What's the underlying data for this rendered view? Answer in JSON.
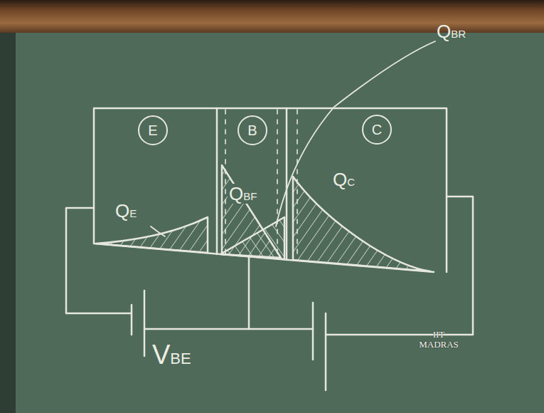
{
  "diagram": {
    "nodes": [
      {
        "text": [
          "E"
        ]
      },
      {
        "text": [
          "B"
        ]
      },
      {
        "text": [
          "C"
        ]
      }
    ],
    "labels": [
      "QE",
      "QBF",
      "QBR",
      "QC",
      "VBE",
      "IIT MADRAS"
    ]
  }
}
